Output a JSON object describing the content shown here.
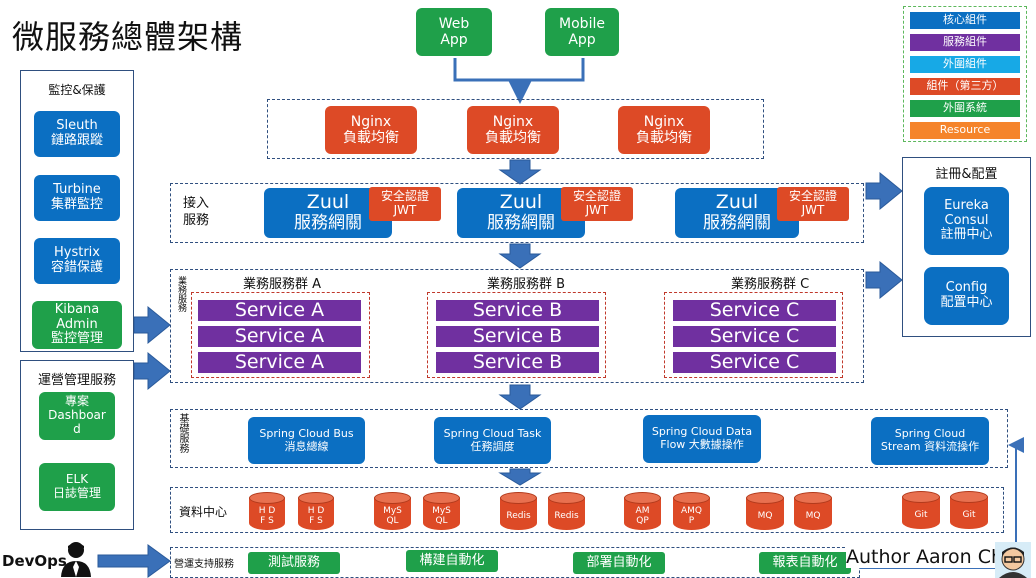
{
  "title": "微服務總體架構",
  "clients": [
    "Web\nApp",
    "Mobile\nApp"
  ],
  "legend": [
    {
      "label": "核心組件",
      "color": "#0b6fc2"
    },
    {
      "label": "服務組件",
      "color": "#7030a0"
    },
    {
      "label": "外圍組件",
      "color": "#17a9e6"
    },
    {
      "label": "組件（第三方）",
      "color": "#dd4a26"
    },
    {
      "label": "外圍系統",
      "color": "#1fa04a"
    },
    {
      "label": "Resource",
      "color": "#f5842b"
    }
  ],
  "nginx": [
    "Nginx\n負載均衡",
    "Nginx\n負載均衡",
    "Nginx\n負載均衡"
  ],
  "access": {
    "label": "接入\n服務",
    "zuul": [
      {
        "title": "Zuul",
        "sub": "服務網關",
        "jwt": "安全認證\nJWT"
      },
      {
        "title": "Zuul",
        "sub": "服務網關",
        "jwt": "安全認證\nJWT"
      },
      {
        "title": "Zuul",
        "sub": "服務網關",
        "jwt": "安全認證\nJWT"
      }
    ]
  },
  "business": {
    "label": "業務服務",
    "groups": [
      {
        "title": "業務服務群 A",
        "services": [
          "Service A",
          "Service A",
          "Service A"
        ]
      },
      {
        "title": "業務服務群 B",
        "services": [
          "Service B",
          "Service B",
          "Service B"
        ]
      },
      {
        "title": "業務服務群 C",
        "services": [
          "Service C",
          "Service C",
          "Service C"
        ]
      }
    ]
  },
  "registry": {
    "title": "註冊&配置",
    "items": [
      "Eureka\nConsul\n註冊中心",
      "Config\n配置中心"
    ]
  },
  "monitor": {
    "title": "監控&保護",
    "items": [
      "Sleuth\n鏈路跟蹤",
      "Turbine\n集群監控",
      "Hystrix\n容錯保護",
      "Kibana\nAdmin\n監控管理"
    ]
  },
  "ops": {
    "title": "運營管理服務",
    "items": [
      "專案\nDashboar\nd",
      "ELK\n日誌管理"
    ]
  },
  "foundation": {
    "label": "基礎服務",
    "items": [
      "Spring Cloud Bus\n消息總線",
      "Spring Cloud Task\n任務調度",
      "Spring Cloud Data\nFlow 大數據操作",
      "Spring Cloud\nStream 資料流操作"
    ]
  },
  "data_center": {
    "label": "資料中心",
    "items": [
      "H D\nF S",
      "H D\nF S",
      "MyS\nQL",
      "MyS\nQL",
      "Redis",
      "Redis",
      "AM\nQP",
      "AMQ\nP",
      "MQ",
      "MQ",
      "Git",
      "Git"
    ]
  },
  "devops": {
    "label": "DevOps",
    "section": "營運支持服務",
    "items": [
      "測試服務",
      "構建自動化",
      "部署自動化",
      "報表自動化"
    ]
  },
  "author": "Author Aaron Ch"
}
